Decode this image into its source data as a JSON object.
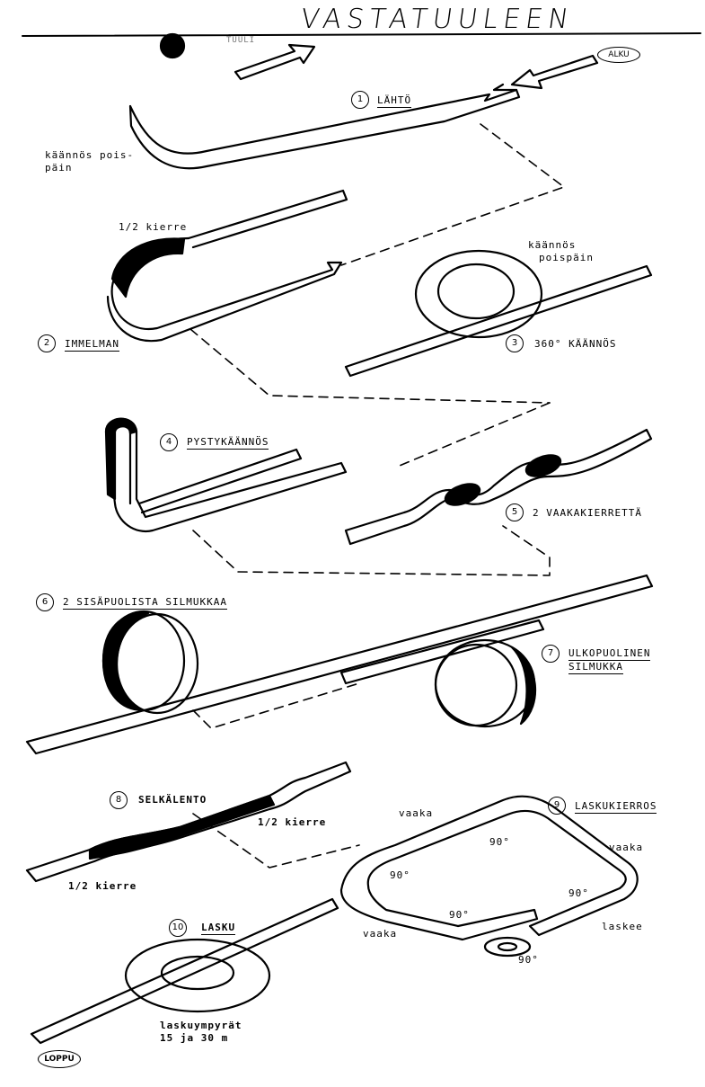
{
  "title": "VASTATUULEEN",
  "wind_label": "TUULI",
  "start_label": "ALKU",
  "end_label": "LOPPU",
  "figures": [
    {
      "number": "1",
      "name": "LÄHTÖ"
    },
    {
      "number": "2",
      "name": "IMMELMAN"
    },
    {
      "number": "3",
      "name": "360° KÄÄNNÖS"
    },
    {
      "number": "4",
      "name": "PYSTYKÄÄNNÖS"
    },
    {
      "number": "5",
      "name": "2 VAAKAKIERRETTÄ"
    },
    {
      "number": "6",
      "name": "2 SISÄPUOLISTA SILMUKKAA"
    },
    {
      "number": "7",
      "name": "ULKOPUOLINEN",
      "name2": "SILMUKKA"
    },
    {
      "number": "8",
      "name": "SELKÄLENTO"
    },
    {
      "number": "9",
      "name": "LASKUKIERROS"
    },
    {
      "number": "10",
      "name": "LASKU"
    }
  ],
  "annotations": {
    "turn_away_1_line1": "käännös pois-",
    "turn_away_1_line2": "päin",
    "half_roll_1": "1/2 kierre",
    "turn_away_2_line1": "käännös",
    "turn_away_2_line2": "poispäin",
    "half_roll_8a": "1/2 kierre",
    "half_roll_8b": "1/2 kierre",
    "level_1": "vaaka",
    "level_2": "vaaka",
    "level_3": "vaaka",
    "descends": "laskee",
    "deg_1": "90°",
    "deg_2": "90°",
    "deg_3": "90°",
    "deg_4": "90°",
    "deg_5": "90°",
    "landing_circles_line1": "laskuympyrät",
    "landing_circles_line2": "15 ja 30 m"
  }
}
